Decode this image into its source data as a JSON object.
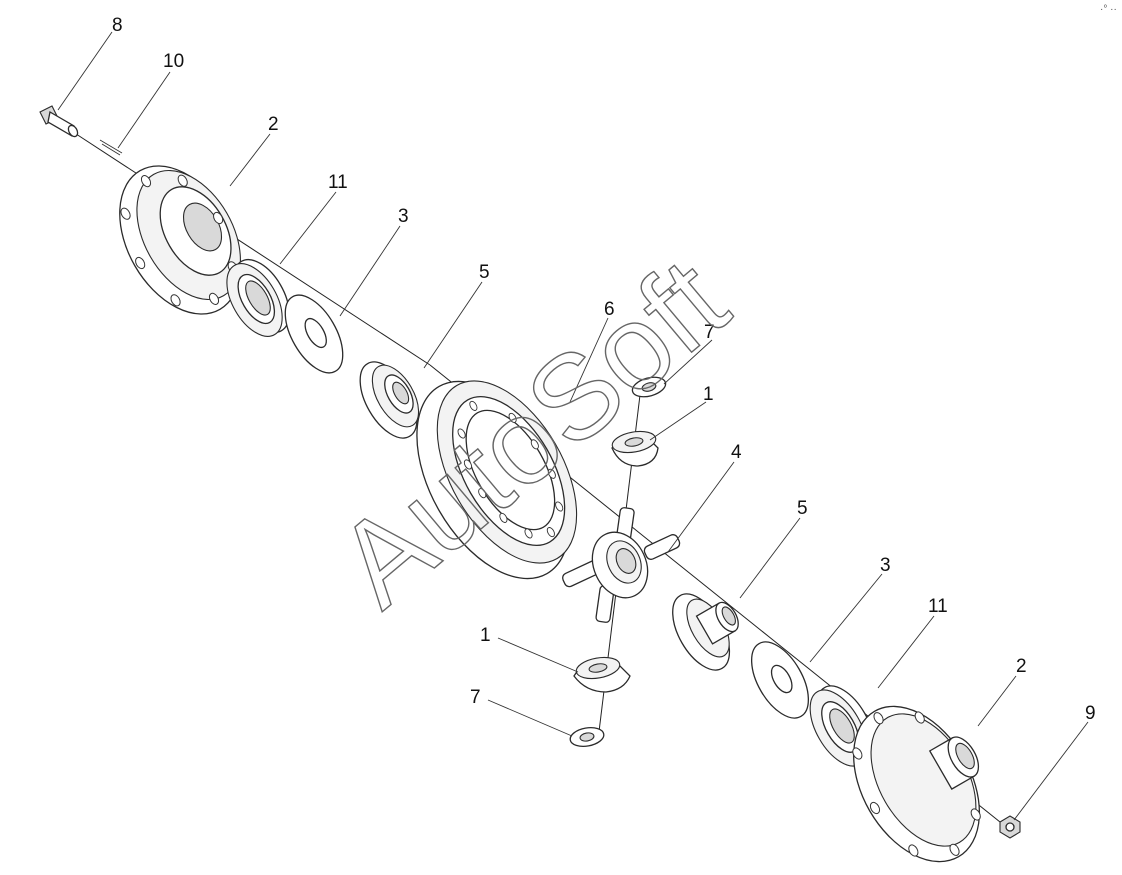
{
  "diagram": {
    "callouts": [
      {
        "label": "8"
      },
      {
        "label": "10"
      },
      {
        "label": "2"
      },
      {
        "label": "11"
      },
      {
        "label": "3"
      },
      {
        "label": "5"
      },
      {
        "label": "6"
      },
      {
        "label": "7"
      },
      {
        "label": "1"
      },
      {
        "label": "4"
      },
      {
        "label": "5"
      },
      {
        "label": "3"
      },
      {
        "label": "11"
      },
      {
        "label": "1"
      },
      {
        "label": "7"
      },
      {
        "label": "2"
      },
      {
        "label": "9"
      }
    ],
    "watermark": "AutoSoft",
    "corner_mark": "·° ··"
  }
}
